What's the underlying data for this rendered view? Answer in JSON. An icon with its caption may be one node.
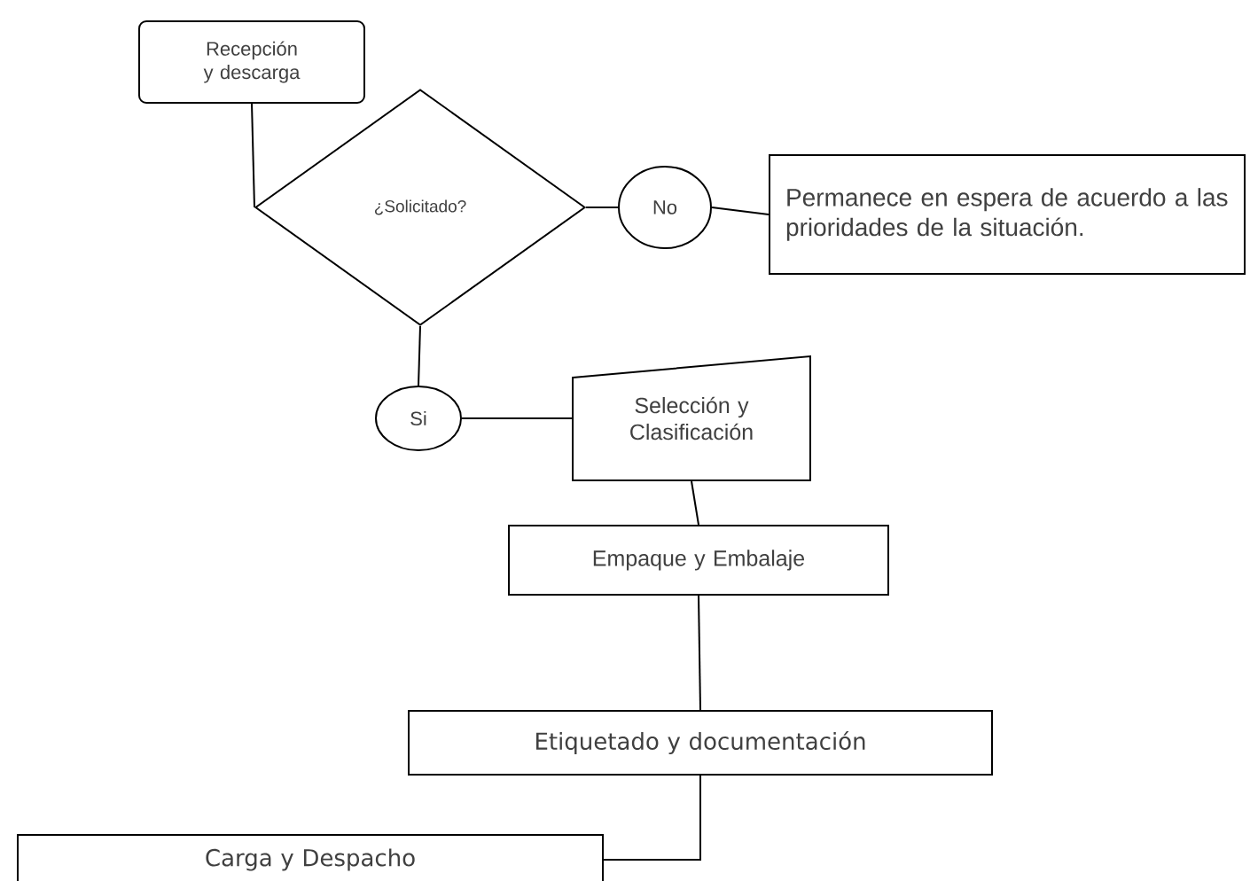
{
  "diagram": {
    "nodes": [
      {
        "text": [
          "Recepción y descarga"
        ]
      },
      {
        "text": [
          "¿Solicitado?"
        ]
      },
      {
        "text": [
          "No"
        ]
      },
      {
        "text": [
          "Permanece en espera de acuerdo a las prioridades de la situación."
        ]
      },
      {
        "text": [
          "Si"
        ]
      },
      {
        "text": [
          "Selección y Clasificación"
        ]
      },
      {
        "text": [
          "Empaque y Embalaje"
        ]
      },
      {
        "text": [
          "Etiquetado y documentación"
        ]
      },
      {
        "text": [
          "Carga y Despacho"
        ]
      }
    ],
    "edges": [
      {
        "from": 0,
        "to": 1,
        "arrow": "none"
      },
      {
        "from": 1,
        "to": 2,
        "arrow": "none"
      },
      {
        "from": 2,
        "to": 3,
        "arrow": "none"
      },
      {
        "from": 1,
        "to": 4,
        "arrow": "none"
      },
      {
        "from": 4,
        "to": 5,
        "arrow": "none"
      },
      {
        "from": 5,
        "to": 6,
        "arrow": "none"
      },
      {
        "from": 6,
        "to": 7,
        "arrow": "none"
      },
      {
        "from": 7,
        "to": 8,
        "arrow": "none"
      }
    ]
  }
}
